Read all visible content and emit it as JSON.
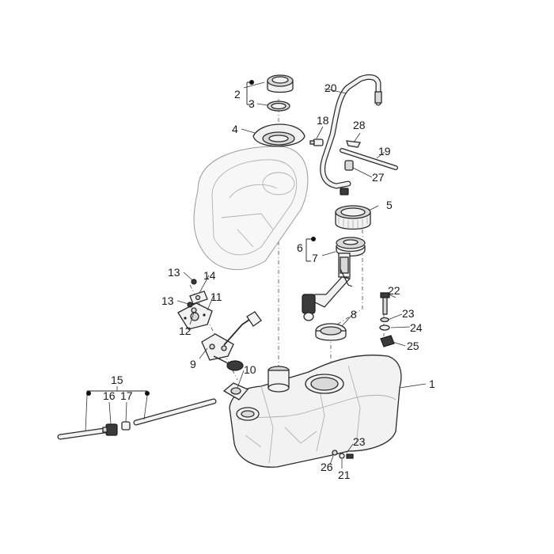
{
  "diagram": {
    "callouts": [
      {
        "id": "c1",
        "text": "1"
      },
      {
        "id": "c2",
        "text": "2"
      },
      {
        "id": "c3",
        "text": "3"
      },
      {
        "id": "c4",
        "text": "4"
      },
      {
        "id": "c5",
        "text": "5"
      },
      {
        "id": "c6",
        "text": "6"
      },
      {
        "id": "c7",
        "text": "7"
      },
      {
        "id": "c8",
        "text": "8"
      },
      {
        "id": "c9",
        "text": "9"
      },
      {
        "id": "c10",
        "text": "10"
      },
      {
        "id": "c11",
        "text": "11"
      },
      {
        "id": "c12",
        "text": "12"
      },
      {
        "id": "c13a",
        "text": "13"
      },
      {
        "id": "c13b",
        "text": "13"
      },
      {
        "id": "c14",
        "text": "14"
      },
      {
        "id": "c15",
        "text": "15"
      },
      {
        "id": "c16",
        "text": "16"
      },
      {
        "id": "c17",
        "text": "17"
      },
      {
        "id": "c18",
        "text": "18"
      },
      {
        "id": "c19",
        "text": "19"
      },
      {
        "id": "c20",
        "text": "20"
      },
      {
        "id": "c21",
        "text": "21"
      },
      {
        "id": "c22",
        "text": "22"
      },
      {
        "id": "c23a",
        "text": "23"
      },
      {
        "id": "c23b",
        "text": "23"
      },
      {
        "id": "c24",
        "text": "24"
      },
      {
        "id": "c25",
        "text": "25"
      },
      {
        "id": "c26",
        "text": "26"
      },
      {
        "id": "c27",
        "text": "27"
      },
      {
        "id": "c28",
        "text": "28"
      }
    ]
  }
}
